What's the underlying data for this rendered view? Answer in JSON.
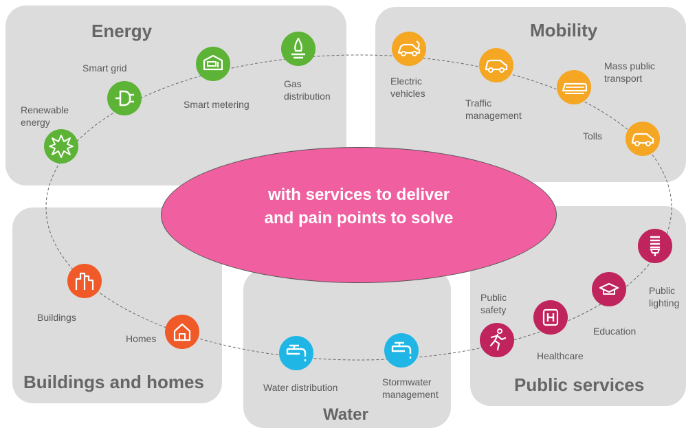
{
  "panels": {
    "energy": "Energy",
    "mobility": "Mobility",
    "buildings": "Buildings and homes",
    "water": "Water",
    "public_services": "Public services"
  },
  "center": {
    "line1": "with  services to deliver",
    "line2": "and pain points to solve"
  },
  "colors": {
    "panel_bg": "#dcdcdc",
    "energy": "#5cb335",
    "mobility": "#f5a623",
    "buildings": "#f05a28",
    "water": "#1fb6e6",
    "public_services": "#c0245c",
    "center": "#f05fa0"
  },
  "nodes": {
    "renewable_energy": {
      "label_1": "Renewable",
      "label_2": "energy",
      "icon": "starburst-icon"
    },
    "smart_grid": {
      "label": "Smart grid",
      "icon": "plug-icon"
    },
    "smart_metering": {
      "label": "Smart metering",
      "icon": "meter-icon"
    },
    "gas_distribution": {
      "label_1": "Gas",
      "label_2": "distribution",
      "icon": "gas-flame-icon"
    },
    "electric_vehicles": {
      "label_1": "Electric",
      "label_2": "vehicles",
      "icon": "electric-car-icon"
    },
    "traffic_management": {
      "label_1": "Traffic",
      "label_2": "management",
      "icon": "car-icon"
    },
    "mass_public_transport": {
      "label_1": "Mass public",
      "label_2": "transport",
      "icon": "train-icon"
    },
    "tolls": {
      "label": "Tolls",
      "icon": "car-icon"
    },
    "public_lighting": {
      "label_1": "Public",
      "label_2": "lighting",
      "icon": "light-bulb-icon"
    },
    "education": {
      "label": "Education",
      "icon": "graduation-cap-icon"
    },
    "healthcare": {
      "label": "Healthcare",
      "icon": "hospital-icon"
    },
    "public_safety": {
      "label_1": "Public",
      "label_2": "safety",
      "icon": "running-person-icon"
    },
    "stormwater": {
      "label_1": "Stormwater",
      "label_2": "management",
      "icon": "faucet-icon"
    },
    "water_distribution": {
      "label": "Water distribution",
      "icon": "faucet-icon"
    },
    "homes": {
      "label": "Homes",
      "icon": "house-icon"
    },
    "buildings": {
      "label": "Buildings",
      "icon": "buildings-icon"
    }
  }
}
